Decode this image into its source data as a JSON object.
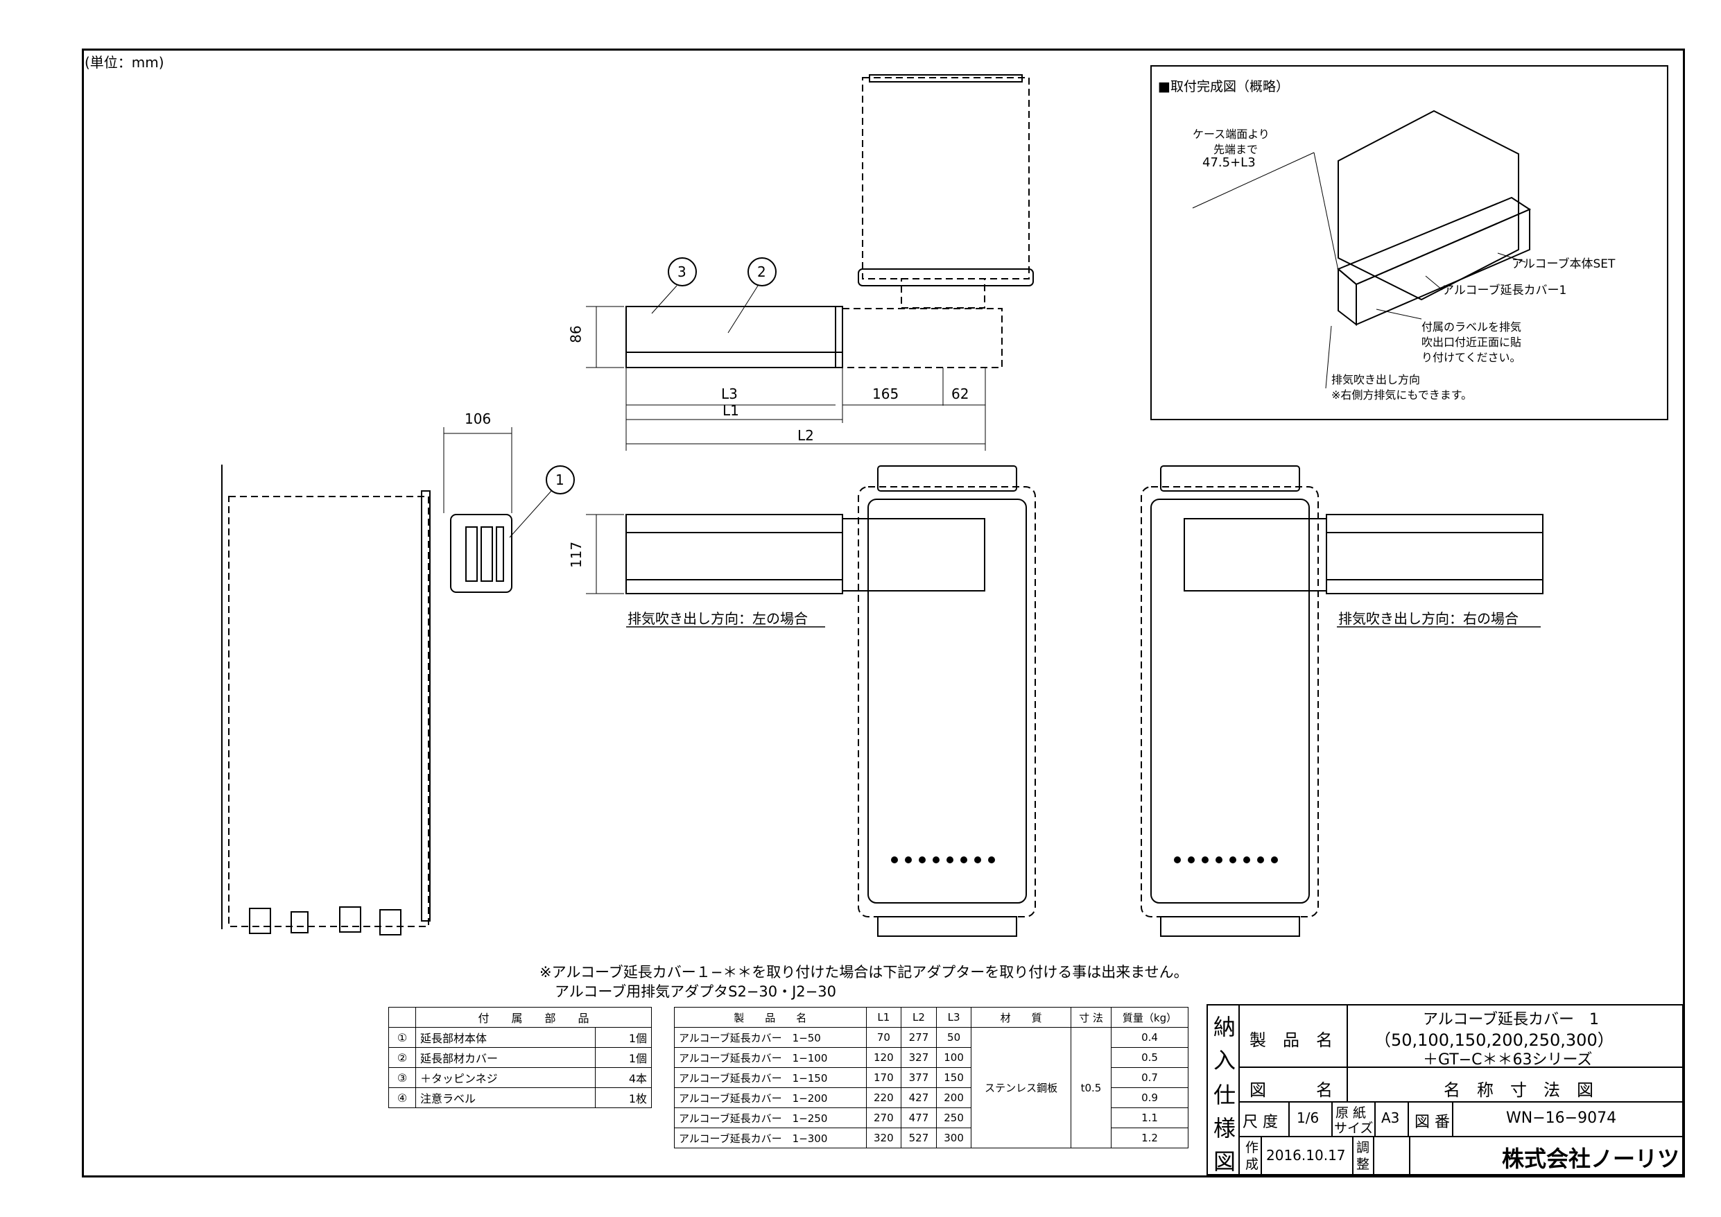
{
  "sheet": {
    "unit_label": "(単位：mm)"
  },
  "labels": {
    "dim_86": "86",
    "dim_106": "106",
    "dim_117": "117",
    "dim_165": "165",
    "dim_62": "62",
    "L1": "L1",
    "L2": "L2",
    "L3": "L3",
    "callout_1": "1",
    "callout_2": "2",
    "callout_3": "3",
    "direction_left": "排気吹き出し方向：左の場合",
    "direction_right": "排気吹き出し方向：右の場合"
  },
  "inset": {
    "title": "■取付完成図（概略）",
    "case_text_1": "ケース端面より",
    "case_text_2": "先端まで",
    "case_text_3": "47.5+L3",
    "alcove_set": "アルコーブ本体SET",
    "alcove_cover": "アルコーブ延長カバー1",
    "label_note_1": "付属のラベルを排気",
    "label_note_2": "吹出口付近正面に貼",
    "label_note_3": "り付けてください。",
    "exhaust_dir_1": "排気吹き出し方向",
    "exhaust_dir_2": "※右側方排気にもできます。"
  },
  "notes": {
    "line1": "※アルコーブ延長カバー１−＊＊を取り付けた場合は下記アダプターを取り付ける事は出来ません。",
    "line2": "アルコーブ用排気アダプタS2−30・J2−30"
  },
  "parts_table": {
    "header": "付　　属　　部　　品",
    "rows": [
      {
        "no": "①",
        "name": "延長部材本体",
        "qty": "1個"
      },
      {
        "no": "②",
        "name": "延長部材カバー",
        "qty": "1個"
      },
      {
        "no": "③",
        "name": "＋タッピンネジ",
        "qty": "4本"
      },
      {
        "no": "④",
        "name": "注意ラベル",
        "qty": "1枚"
      }
    ]
  },
  "spec_table": {
    "headers": [
      "製　　品　　名",
      "L1",
      "L2",
      "L3",
      "材　　質",
      "寸 法",
      "質量（kg）"
    ],
    "material": "ステンレス鋼板",
    "thickness": "t0.5",
    "rows": [
      {
        "name": "アルコーブ延長カバー　1−50",
        "l1": "70",
        "l2": "277",
        "l3": "50",
        "mass": "0.4"
      },
      {
        "name": "アルコーブ延長カバー　1−100",
        "l1": "120",
        "l2": "327",
        "l3": "100",
        "mass": "0.5"
      },
      {
        "name": "アルコーブ延長カバー　1−150",
        "l1": "170",
        "l2": "377",
        "l3": "150",
        "mass": "0.7"
      },
      {
        "name": "アルコーブ延長カバー　1−200",
        "l1": "220",
        "l2": "427",
        "l3": "200",
        "mass": "0.9"
      },
      {
        "name": "アルコーブ延長カバー　1−250",
        "l1": "270",
        "l2": "477",
        "l3": "250",
        "mass": "1.1"
      },
      {
        "name": "アルコーブ延長カバー　1−300",
        "l1": "320",
        "l2": "527",
        "l3": "300",
        "mass": "1.2"
      }
    ]
  },
  "title_block": {
    "side_1": "納",
    "side_2": "入",
    "side_3": "仕",
    "side_4": "様",
    "side_5": "図",
    "product_label": "製　品　名",
    "product_line1": "アルコーブ延長カバー　1",
    "product_line2": "（50,100,150,200,250,300）",
    "product_line3": "＋GT−C＊＊63シリーズ",
    "drawing_label": "図　　　名",
    "drawing_name": "名　称　寸　法　図",
    "scale_label": "尺 度",
    "scale_value": "1/6",
    "paper_label_1": "原 紙",
    "paper_label_2": "サイズ",
    "paper_value": "A3",
    "number_label": "図 番",
    "number_value": "WN−16−9074",
    "created_label_1": "作",
    "created_label_2": "成",
    "created_date": "2016.10.17",
    "check_label_1": "調",
    "check_label_2": "整",
    "company": "株式会社ノーリツ"
  }
}
